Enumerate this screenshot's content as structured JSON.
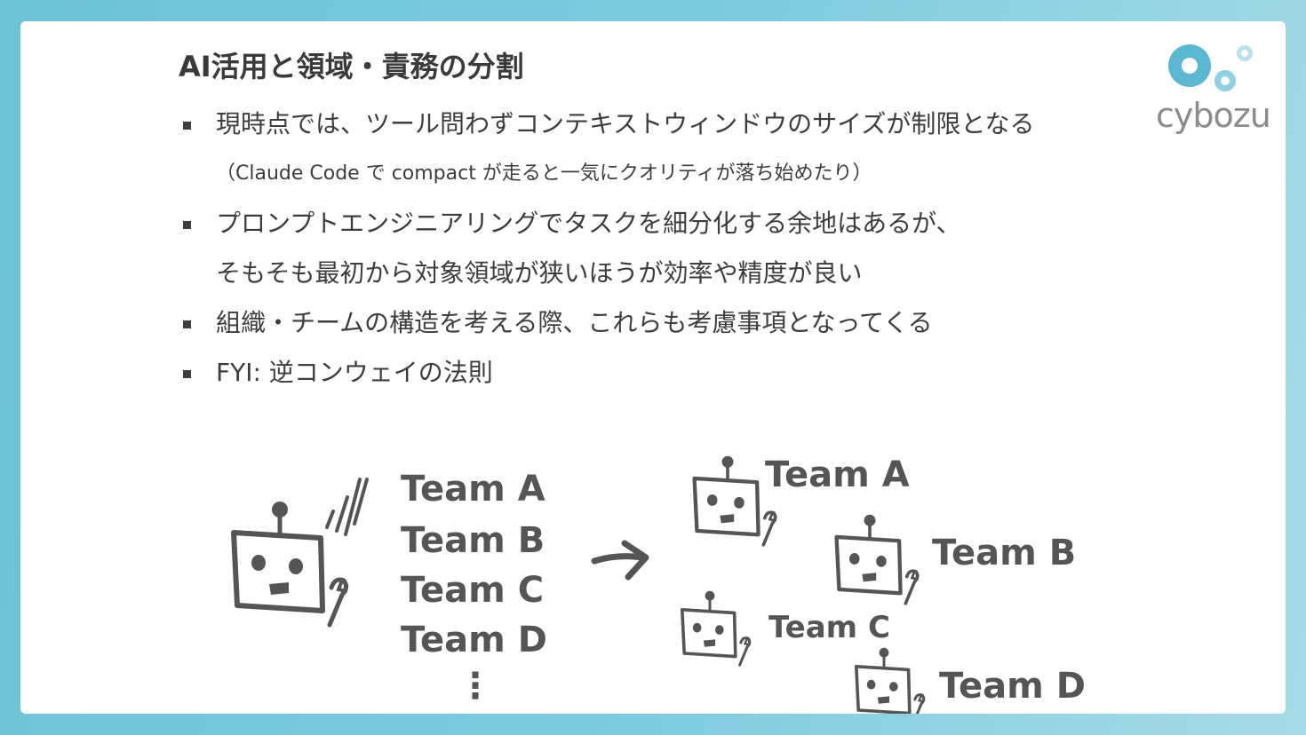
{
  "slide": {
    "title": "AI活用と領域・責務の分割",
    "logo_text": "cybozu",
    "bullets": [
      {
        "text": "現時点では、ツール問わずコンテキストウィンドウのサイズが制限となる",
        "sub": "（Claude Code で compact が走ると一気にクオリティが落ち始めたり）"
      },
      {
        "text": "プロンプトエンジニアリングでタスクを細分化する余地はあるが、",
        "sub": "そもそも最初から対象領域が狭いほうが効率や精度が良い"
      },
      {
        "text": "組織・チームの構造を考える際、これらも考慮事項となってくる",
        "sub": ""
      },
      {
        "text": "FYI: 逆コンウェイの法則",
        "sub": ""
      }
    ]
  },
  "illustration": {
    "left_teams": [
      "Team A",
      "Team B",
      "Team C",
      "Team D"
    ],
    "ellipsis": "⋮",
    "right_teams": [
      "Team A",
      "Team B",
      "Team C",
      "Team D"
    ]
  },
  "colors": {
    "background": "#7ccbdd",
    "logo_blue": "#5bb8d2",
    "logo_text": "#8c8c8c",
    "ink": "#555555"
  },
  "icons": [
    "cybozu-logo",
    "robot-icon",
    "arrow-icon"
  ]
}
